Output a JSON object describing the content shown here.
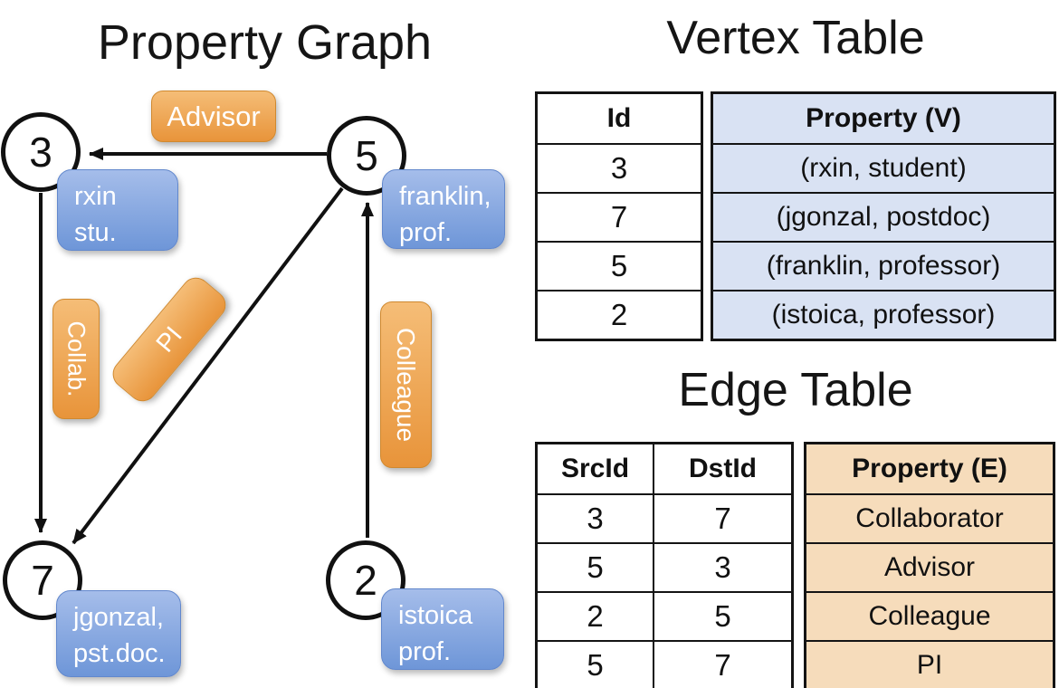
{
  "graph": {
    "title": "Property Graph",
    "nodes": [
      {
        "id": "3",
        "line1": "rxin",
        "line2": "stu."
      },
      {
        "id": "5",
        "line1": "franklin,",
        "line2": "prof."
      },
      {
        "id": "7",
        "line1": "jgonzal,",
        "line2": "pst.doc."
      },
      {
        "id": "2",
        "line1": "istoica",
        "line2": "prof."
      }
    ],
    "edge_labels": {
      "advisor": "Advisor",
      "collab": "Collab.",
      "pi": "PI",
      "colleague": "Colleague"
    }
  },
  "vertex_table": {
    "title": "Vertex Table",
    "headers": {
      "id": "Id",
      "property": "Property (V)"
    },
    "rows": [
      {
        "id": "3",
        "property": "(rxin, student)"
      },
      {
        "id": "7",
        "property": "(jgonzal, postdoc)"
      },
      {
        "id": "5",
        "property": "(franklin, professor)"
      },
      {
        "id": "2",
        "property": "(istoica, professor)"
      }
    ]
  },
  "edge_table": {
    "title": "Edge Table",
    "headers": {
      "src": "SrcId",
      "dst": "DstId",
      "property": "Property (E)"
    },
    "rows": [
      {
        "src": "3",
        "dst": "7",
        "property": "Collaborator"
      },
      {
        "src": "5",
        "dst": "3",
        "property": "Advisor"
      },
      {
        "src": "2",
        "dst": "5",
        "property": "Colleague"
      },
      {
        "src": "5",
        "dst": "7",
        "property": "PI"
      }
    ]
  },
  "colors": {
    "edge_label_orange": "#eb9a42",
    "vertex_label_blue": "#7b9fdd",
    "vertex_property_cell_bg": "#d9e2f3",
    "edge_property_cell_bg": "#f6dcbb",
    "line_black": "#111111"
  }
}
